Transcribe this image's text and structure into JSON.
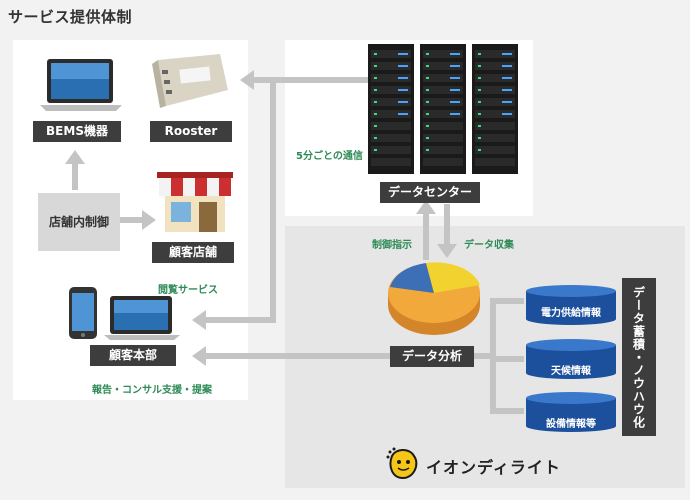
{
  "title": "サービス提供体制",
  "nodes": {
    "bems": "BEMS機器",
    "rooster": "Rooster",
    "store_control": "店舗内制御",
    "customer_store": "顧客店舗",
    "customer_hq": "顧客本部",
    "data_center": "データセンター",
    "data_analysis": "データ分析",
    "power_info": "電力供給情報",
    "weather_info": "天候情報",
    "equipment_info": "設備情報等",
    "knowhow": "データ蓄積・ノウハウ化"
  },
  "annotations": {
    "communication": "5分ごとの通信",
    "control": "制御指示",
    "collection": "データ収集",
    "browse": "閲覧サービス",
    "report": "報告・コンサル支援・提案"
  },
  "brand": "イオンディライト",
  "colors": {
    "label_bg": "#3d3d3d",
    "green": "#2e8b57",
    "db_blue": "#1c4f9c",
    "arrow": "#c4c4c4",
    "brand_yellow": "#f5c518"
  }
}
